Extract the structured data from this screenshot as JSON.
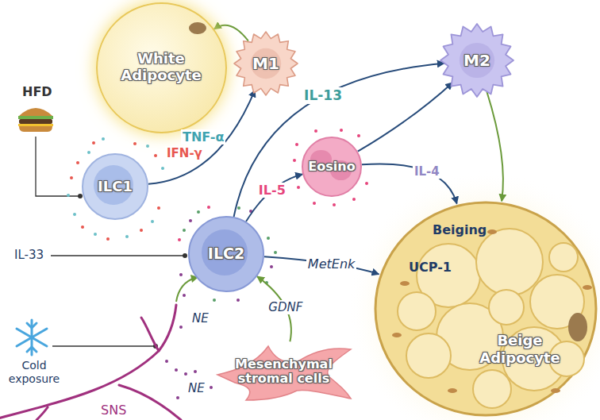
{
  "diagram": {
    "nodes": [
      {
        "text": [
          "White Adipocyte"
        ]
      },
      {
        "text": [
          "M1"
        ]
      },
      {
        "text": [
          "M2"
        ]
      },
      {
        "text": [
          "ILC1"
        ]
      },
      {
        "text": [
          "Eosino"
        ]
      },
      {
        "text": [
          "ILC2"
        ]
      },
      {
        "text": [
          "Beiging",
          "UCP-1",
          "Beige Adipocyte"
        ]
      },
      {
        "text": [
          "Mesenchymal stromal cells"
        ]
      }
    ],
    "edges": [
      {
        "from": 1,
        "to": 0,
        "arrow": "to"
      },
      {
        "from": 3,
        "to": 1,
        "arrow": "to"
      },
      {
        "from": 5,
        "to": 2,
        "label": "IL-13",
        "arrow": "to"
      },
      {
        "from": 5,
        "to": 4,
        "label": "IL-5",
        "arrow": "to"
      },
      {
        "from": 4,
        "to": 2,
        "arrow": "to"
      },
      {
        "from": 4,
        "to": 6,
        "label": "IL-4",
        "arrow": "to"
      },
      {
        "from": 2,
        "to": 6,
        "arrow": "to"
      },
      {
        "from": 5,
        "to": 6,
        "label": "MetEnk",
        "arrow": "to"
      },
      {
        "from": 7,
        "to": 5,
        "label": "GDNF",
        "arrow": "to"
      }
    ],
    "labels": [
      "HFD",
      "TNF-α",
      "IFN-γ",
      "IL-33",
      "NE",
      "NE",
      "Cold exposure",
      "SNS"
    ]
  }
}
